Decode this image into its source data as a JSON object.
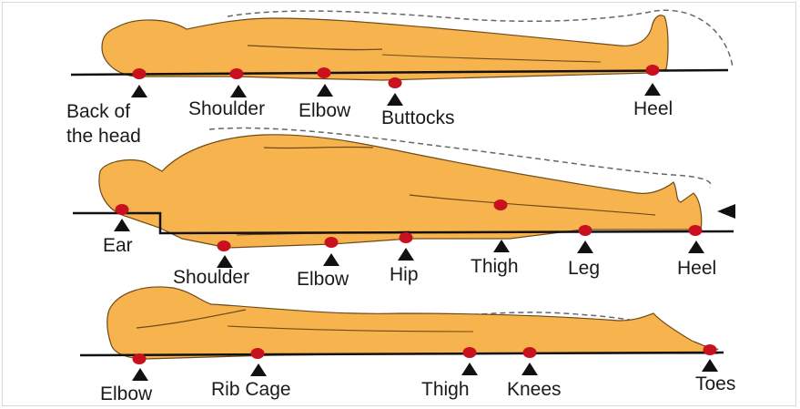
{
  "colors": {
    "body_fill": "#f7b34e",
    "body_stroke": "#6e4a1a",
    "pressure_point": "#c8101e",
    "marker": "#111111",
    "surface": "#111111",
    "outline_dashed": "#555555"
  },
  "figures": [
    {
      "position": "supine",
      "labels": [
        "Back of",
        "the head",
        "Shoulder",
        "Elbow",
        "Buttocks",
        "Heel"
      ]
    },
    {
      "position": "side-lying",
      "labels": [
        "Ear",
        "Shoulder",
        "Elbow",
        "Hip",
        "Thigh",
        "Leg",
        "Heel"
      ]
    },
    {
      "position": "prone",
      "labels": [
        "Elbow",
        "Rib Cage",
        "Thigh",
        "Knees",
        "Toes"
      ]
    }
  ]
}
